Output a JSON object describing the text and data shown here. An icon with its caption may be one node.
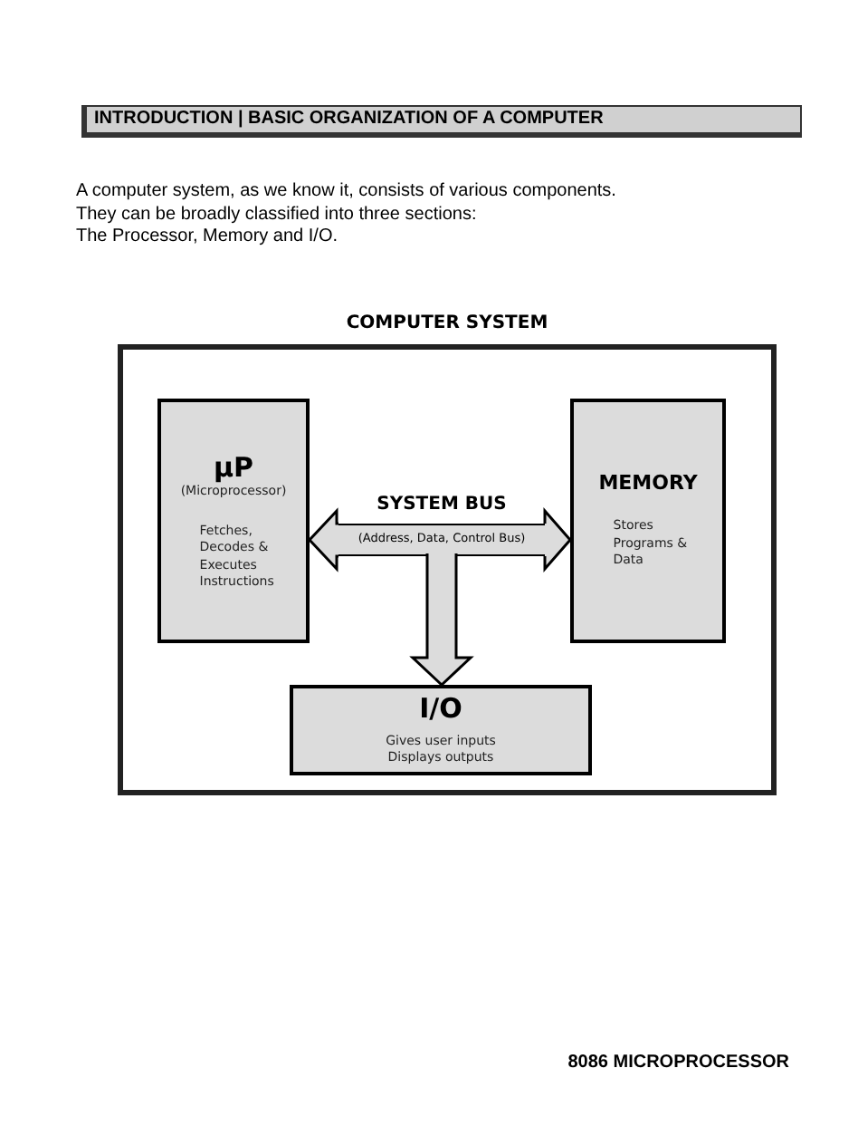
{
  "diagram": {
    "nodes": [
      {
        "text": [
          "COMPUTER SYSTEM"
        ]
      },
      {
        "text": [
          "µP",
          "(Microprocessor)",
          "Fetches, Decodes & Executes Instructions"
        ],
        "in": 0
      },
      {
        "text": [
          "SYSTEM BUS",
          "(Address, Data, Control Bus)"
        ],
        "in": 0
      },
      {
        "text": [
          "MEMORY",
          "Stores Programs & Data"
        ],
        "in": 0
      },
      {
        "text": [
          "I/O",
          "Gives user inputs",
          "Displays outputs"
        ],
        "in": 0
      }
    ],
    "edges": [
      {
        "from": 2,
        "to": 1,
        "arrow": "to"
      },
      {
        "from": 2,
        "to": 3,
        "arrow": "to"
      },
      {
        "from": 2,
        "to": 4,
        "arrow": "to"
      }
    ],
    "labels": [
      "INTRODUCTION | BASIC ORGANIZATION OF A COMPUTER",
      "A computer system, as we know it, consists of various components.",
      "They can be broadly classified into three sections:",
      "The Processor, Memory and I/O.",
      "8086 MICROPROCESSOR"
    ]
  }
}
